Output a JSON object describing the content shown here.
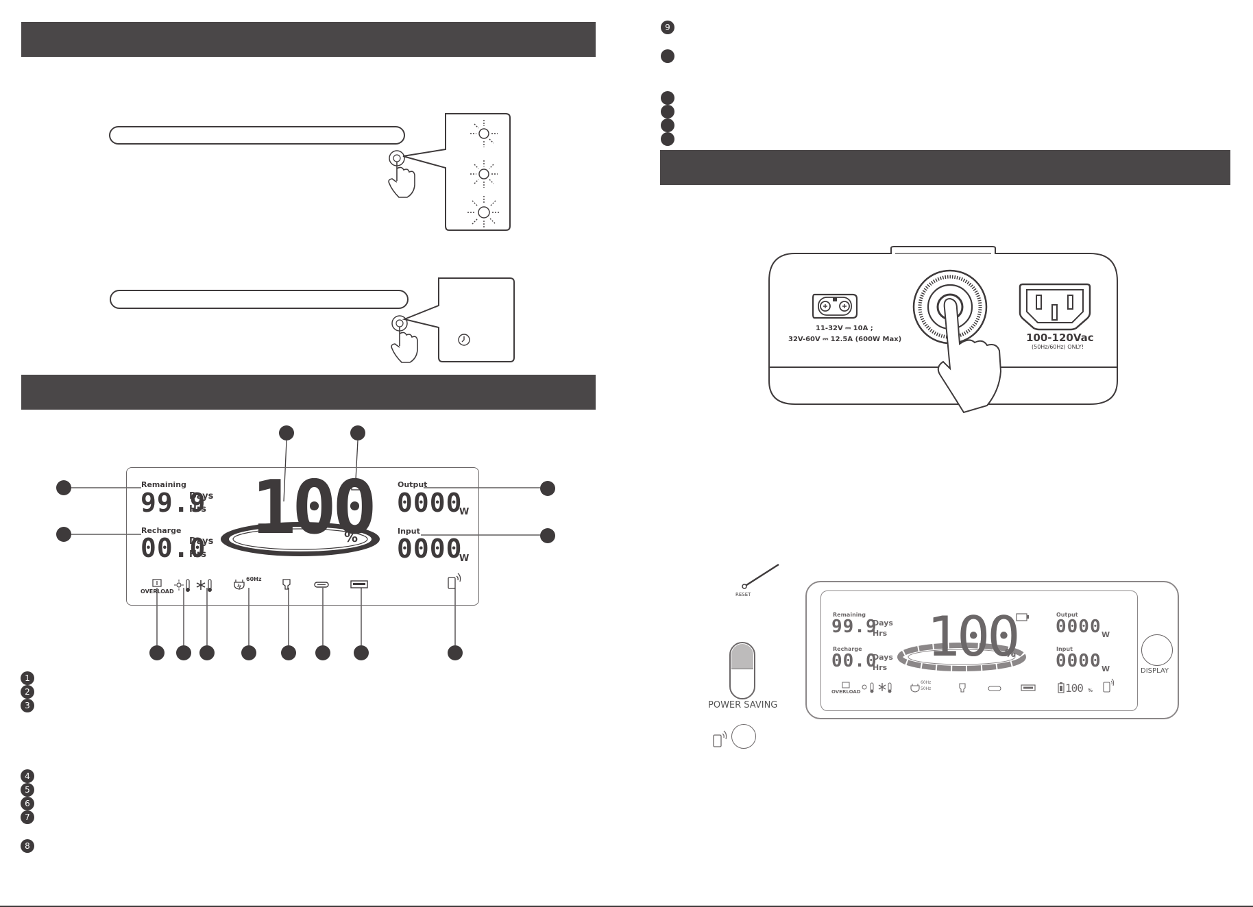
{
  "sections": {
    "left_top_bar": "",
    "left_mid_bar": "",
    "right_top_bar": ""
  },
  "left_list_numbers": [
    "1",
    "2",
    "3",
    "4",
    "5",
    "6",
    "7",
    "8"
  ],
  "right_list_numbers": [
    "9"
  ],
  "lcd_main": {
    "remaining_label": "Remaining",
    "remaining_value": "99.9",
    "recharge_label": "Recharge",
    "recharge_value": "00.0",
    "days": "Days",
    "hrs": "Hrs",
    "percent_value": "100",
    "percent_sign": "%",
    "output_label": "Output",
    "output_value": "0000",
    "input_label": "Input",
    "input_value": "0000",
    "watt_unit": "W",
    "overload": "OVERLOAD",
    "freq": "60Hz"
  },
  "port_panel": {
    "dc_spec_1": "11-32V ⎓ 10A ;",
    "dc_spec_2": "32V-60V ⎓ 12.5A (600W Max)",
    "ac_voltage": "100-120Vac",
    "ac_note": "(50Hz/60Hz) ONLY!"
  },
  "front_panel": {
    "reset": "RESET",
    "power_saving": "POWER SAVING",
    "display": "DISPLAY",
    "freq_60": "60Hz",
    "freq_50": "50Hz",
    "battery_pct": "100",
    "battery_unit": "%"
  },
  "icons": [
    "sun-icon",
    "touch-hand-icon",
    "clock-icon",
    "battery-icon",
    "thermometer-icon",
    "snowflake-icon",
    "plug-icon",
    "usb-a-icon",
    "usb-c-icon",
    "phone-wireless-icon",
    "ac-outlet-icon",
    "dc-port-icon"
  ]
}
